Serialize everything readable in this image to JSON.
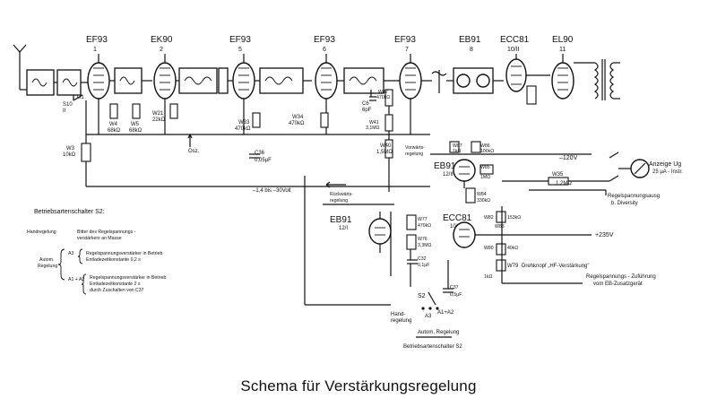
{
  "caption": "Schema für Verstärkungsregelung",
  "tubes": [
    {
      "type": "EF93",
      "stage": "1"
    },
    {
      "type": "EK90",
      "stage": "2"
    },
    {
      "type": "EF93",
      "stage": "5"
    },
    {
      "type": "EF93",
      "stage": "6"
    },
    {
      "type": "EF93",
      "stage": "7"
    },
    {
      "type": "EB91",
      "stage": "8"
    },
    {
      "type": "ECC81",
      "stage": "10/II"
    },
    {
      "type": "EL90",
      "stage": "11"
    }
  ],
  "lower_tubes": [
    {
      "type": "EB91",
      "stage": "12/I"
    },
    {
      "type": "EB91",
      "stage": "12/II"
    },
    {
      "type": "ECC81",
      "stage": "10/I"
    }
  ],
  "component_labels": {
    "s10": "S10",
    "s10b": "II",
    "s10c": "U1",
    "w3": "W3",
    "w3v": "10kΩ",
    "w4": "W4",
    "w4v": "68kΩ",
    "w5": "W5",
    "w5v": "68kΩ",
    "w21": "W21",
    "w21v": "22kΩ",
    "osz": "Osz.",
    "w33": "W33",
    "w33v": "470kΩ",
    "c36": "C36",
    "c36v": "0,05μF",
    "w34": "W34",
    "w34v": "470kΩ",
    "c6": "C6",
    "c6v": "6pF",
    "w42": "W42",
    "w42v": "470kΩ",
    "w41": "W41",
    "w41v": "3,1MΩ",
    "w40": "W40",
    "w40v": "1,5MΩ",
    "vorwaerts1": "Vorwärts-",
    "vorwaerts2": "regelung",
    "w87": "W87",
    "w87v": "1kΩ",
    "w86": "W86",
    "w86v": "100kΩ",
    "w85": "W85",
    "w85v": "1MΩ",
    "w35": "W35",
    "w35v": "1,2MΩ",
    "w84": "W84",
    "w84v": "330kΩ",
    "w77": "W77",
    "w77v": "470kΩ",
    "w76": "W76",
    "w76v": "3,3MΩ",
    "c32": "C32",
    "c32v": "0,1μF",
    "c37": "C37",
    "c37v": "0,5μF",
    "w82": "W82",
    "w82v": "153kΩ",
    "w83": "W83",
    "w80": "W80",
    "w80v": "40kΩ",
    "w79": "W79",
    "w79v": "1kΩ",
    "w79desc": "W79 ·Drehknopf „HF-Verstärkung\""
  },
  "annotations": {
    "volt_range": "–1,4 bis –30Volt",
    "rueckwaerts1": "Rückwärts-",
    "rueckwaerts2": "regelung",
    "minus120": "–120V",
    "plus235": "+235V",
    "anzeige1": "Anzeige Ug",
    "anzeige2": "25 μA - Instr.",
    "ausgang1": "Regelspannungsausg",
    "ausgang2": "b. Diversity",
    "zufuhr1": "Regelspannungs - Zuführung",
    "zufuhr2": "vom EB-Zusatzgerät",
    "s2": "S2",
    "hand1": "Hand-",
    "hand2": "regelung",
    "a3": "A3",
    "a1a2": "A1+A2",
    "autom": "Autom. Regelung",
    "schalter": "Betriebsartenschalter S2"
  },
  "legend": {
    "title": "Betriebsartenschalter S2:",
    "hand_label": "Handregelung",
    "hand_text1": "Bitter des Regelspannungs -",
    "hand_text2": "verstärkers an Masse",
    "autom_label1": "Autom.",
    "autom_label2": "Regelung",
    "a3_key": "A3",
    "a3_text1": "Regelspannungsverstärker in Betrieb",
    "a3_text2": "Entladezeitkonstante 0,2 s",
    "a1a2_key": "A1 + A2",
    "a1a2_text1": "Regelspannungsverstärker in Betrieb",
    "a1a2_text2": "Entladezeitkonstante 2 s",
    "a1a2_text3": "durch Zuschalten von C37"
  }
}
